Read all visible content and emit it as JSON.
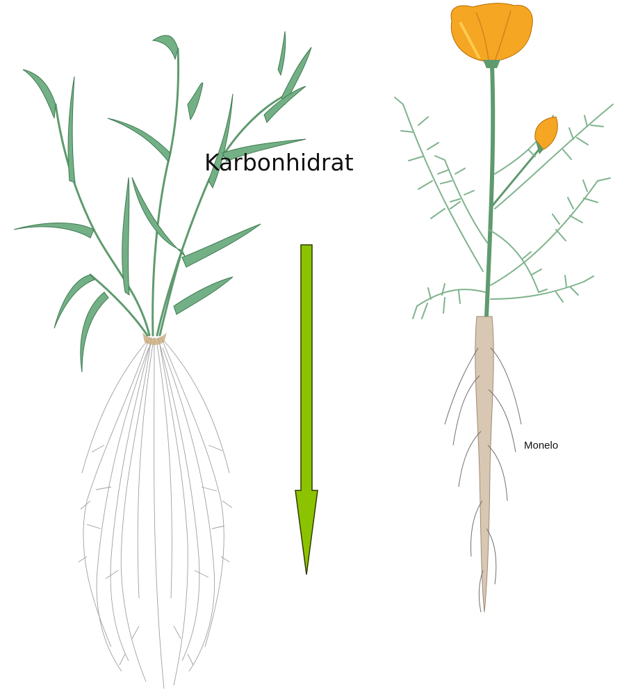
{
  "labels": {
    "arrow_label": "Karbonhidrat",
    "taproot_label": "Monelo"
  },
  "colors": {
    "arrow_fill": "#8cc300",
    "arrow_stroke": "#2f3a00",
    "grass_leaf": "#6daa7c",
    "grass_leaf_dark": "#3e7a52",
    "fibrous_root": "#9a9a9a",
    "poppy_foliage": "#8cbf98",
    "poppy_flower": "#f5a623",
    "poppy_flower_light": "#ffd45a",
    "taproot": "#c9b6a0"
  },
  "icons": {
    "left_plant": "grass-plant-fibrous-root-illustration",
    "right_plant": "poppy-plant-taproot-illustration",
    "arrow": "down-arrow"
  }
}
